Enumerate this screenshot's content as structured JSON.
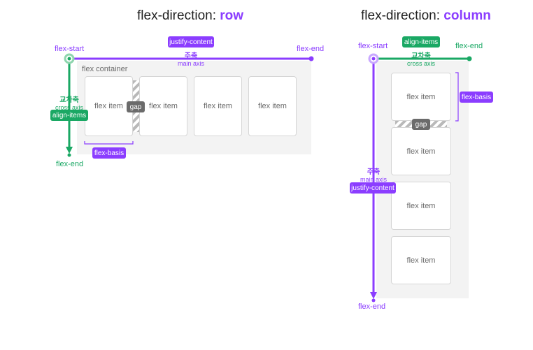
{
  "colors": {
    "main": "#8b3dff",
    "cross": "#1aa864",
    "gap": "#6b6b6b",
    "container": "#f3f3f3"
  },
  "row": {
    "title_prefix": "flex-direction: ",
    "title_keyword": "row",
    "container_label": "flex container",
    "items": [
      "flex item",
      "flex item",
      "flex item",
      "flex item"
    ],
    "flex_start": "flex-start",
    "main_end": "flex-end",
    "cross_end": "flex-end",
    "main_axis_ko": "주축",
    "main_axis_en": "main axis",
    "cross_axis_ko": "교차축",
    "cross_axis_en": "cross axis",
    "justify_content": "justify-content",
    "align_items": "align-items",
    "gap": "gap",
    "flex_basis": "flex-basis"
  },
  "column": {
    "title_prefix": "flex-direction: ",
    "title_keyword": "column",
    "items": [
      "flex item",
      "flex item",
      "flex item",
      "flex item"
    ],
    "flex_start": "flex-start",
    "cross_end": "flex-end",
    "main_end": "flex-end",
    "cross_axis_ko": "교차축",
    "cross_axis_en": "cross axis",
    "main_axis_ko": "주축",
    "main_axis_en": "main axis",
    "justify_content": "justify-content",
    "align_items": "align-items",
    "gap": "gap",
    "flex_basis": "flex-basis"
  }
}
